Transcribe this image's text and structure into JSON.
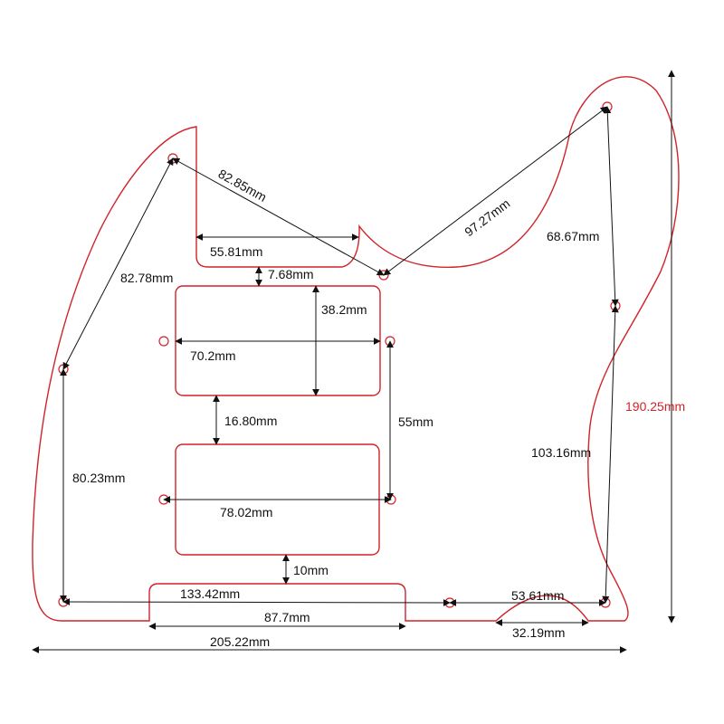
{
  "colors": {
    "outline": "#d0232a",
    "dimension_line": "#111111",
    "overall_height_label": "#d0232a",
    "background": "#ffffff"
  },
  "dimensions": {
    "hole_top_left_to_neck": "82.85mm",
    "neck_pocket_width": "55.81mm",
    "neck_to_pickup_gap": "7.68mm",
    "neck_hole_to_top_right": "97.27mm",
    "top_right_to_right_mid": "68.67mm",
    "left_upper_diagonal": "82.78mm",
    "neck_pickup_height": "38.2mm",
    "neck_pickup_width": "70.2mm",
    "pickup_gap": "16.80mm",
    "pickup_hole_spacing": "55mm",
    "left_vertical": "80.23mm",
    "bridge_pickup_width": "78.02mm",
    "right_vertical": "103.16mm",
    "bridge_to_bottom": "10mm",
    "bottom_hole_span": "133.42mm",
    "bottom_right_span": "53.61mm",
    "bottom_cut_width": "87.7mm",
    "arc_cut_width": "32.19mm",
    "overall_width": "205.22mm",
    "overall_height": "190.25mm"
  }
}
